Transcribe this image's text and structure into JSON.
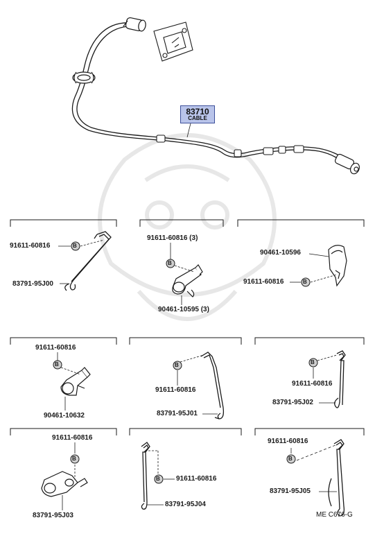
{
  "cable": {
    "part_number": "83710",
    "name": "CABLE"
  },
  "groups": [
    {
      "clip": "91611-60816",
      "part": "83791-95J00"
    },
    {
      "clip": "91611-60816 (3)",
      "part": "90461-10595 (3)"
    },
    {
      "part": "90461-10596",
      "clip": "91611-60816"
    },
    {
      "clip": "91611-60816",
      "part": "90461-10632"
    },
    {
      "clip": "91611-60816",
      "part": "83791-95J01"
    },
    {
      "clip": "91611-60816",
      "part": "83791-95J02"
    },
    {
      "clip": "91611-60816",
      "part": "83791-95J03"
    },
    {
      "clip": "91611-60816",
      "part": "83791-95J04"
    },
    {
      "clip": "91611-60816",
      "part": "83791-95J05"
    }
  ],
  "clip_mark": "B",
  "diagram_code": "ME  C676-G",
  "colors": {
    "highlight_fill": "#b9c4ea",
    "highlight_border": "#3c4f9a",
    "line": "#1a1a1a"
  }
}
